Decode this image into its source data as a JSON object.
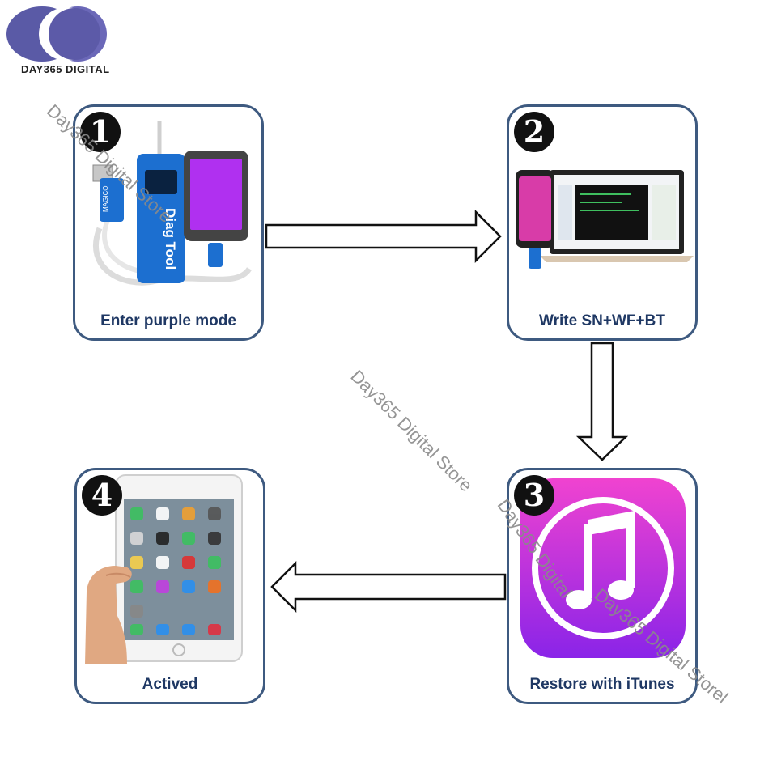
{
  "brand": {
    "name": "DAY365  DIGITAL"
  },
  "steps": [
    {
      "number": "1",
      "caption": "Enter purple mode",
      "icon": "diag-tool-cable-tablet"
    },
    {
      "number": "2",
      "caption": "Write SN+WF+BT",
      "icon": "laptop-phone"
    },
    {
      "number": "3",
      "caption": "Restore with iTunes",
      "icon": "itunes-icon"
    },
    {
      "number": "4",
      "caption": "Actived",
      "icon": "ipad-in-hand"
    }
  ],
  "device_labels": {
    "tool_name": "Diag Tool",
    "tool_brand": "MAGICO"
  },
  "watermarks": [
    "Day365 Digital Store",
    "Day365 Digital Store",
    "Day365 Digital",
    "Day365 Digital Storel"
  ],
  "colors": {
    "border": "#3e5a80",
    "caption": "#1f3864",
    "purple": "#b030f0",
    "tool_blue": "#1c6fd0"
  }
}
